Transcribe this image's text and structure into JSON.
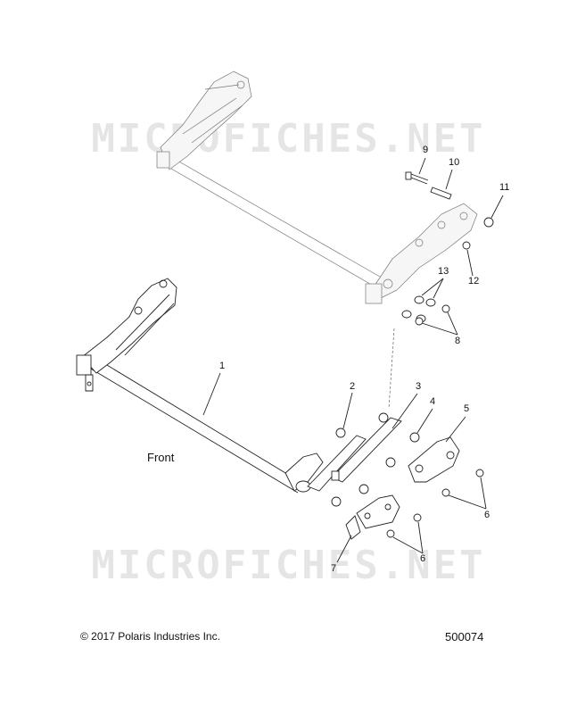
{
  "watermark": "MICROFICHES.NET",
  "front_label": "Front",
  "copyright": "© 2017 Polaris Industries Inc.",
  "figure_number": "500074",
  "callouts": [
    {
      "id": "9",
      "text": "9"
    },
    {
      "id": "10",
      "text": "10"
    },
    {
      "id": "11",
      "text": "11"
    },
    {
      "id": "12",
      "text": "12"
    },
    {
      "id": "13",
      "text": "13"
    },
    {
      "id": "8",
      "text": "8"
    },
    {
      "id": "1",
      "text": "1"
    },
    {
      "id": "2",
      "text": "2"
    },
    {
      "id": "3",
      "text": "3"
    },
    {
      "id": "4",
      "text": "4"
    },
    {
      "id": "5",
      "text": "5"
    },
    {
      "id": "6a",
      "text": "6"
    },
    {
      "id": "6b",
      "text": "6"
    },
    {
      "id": "7",
      "text": "7"
    }
  ]
}
